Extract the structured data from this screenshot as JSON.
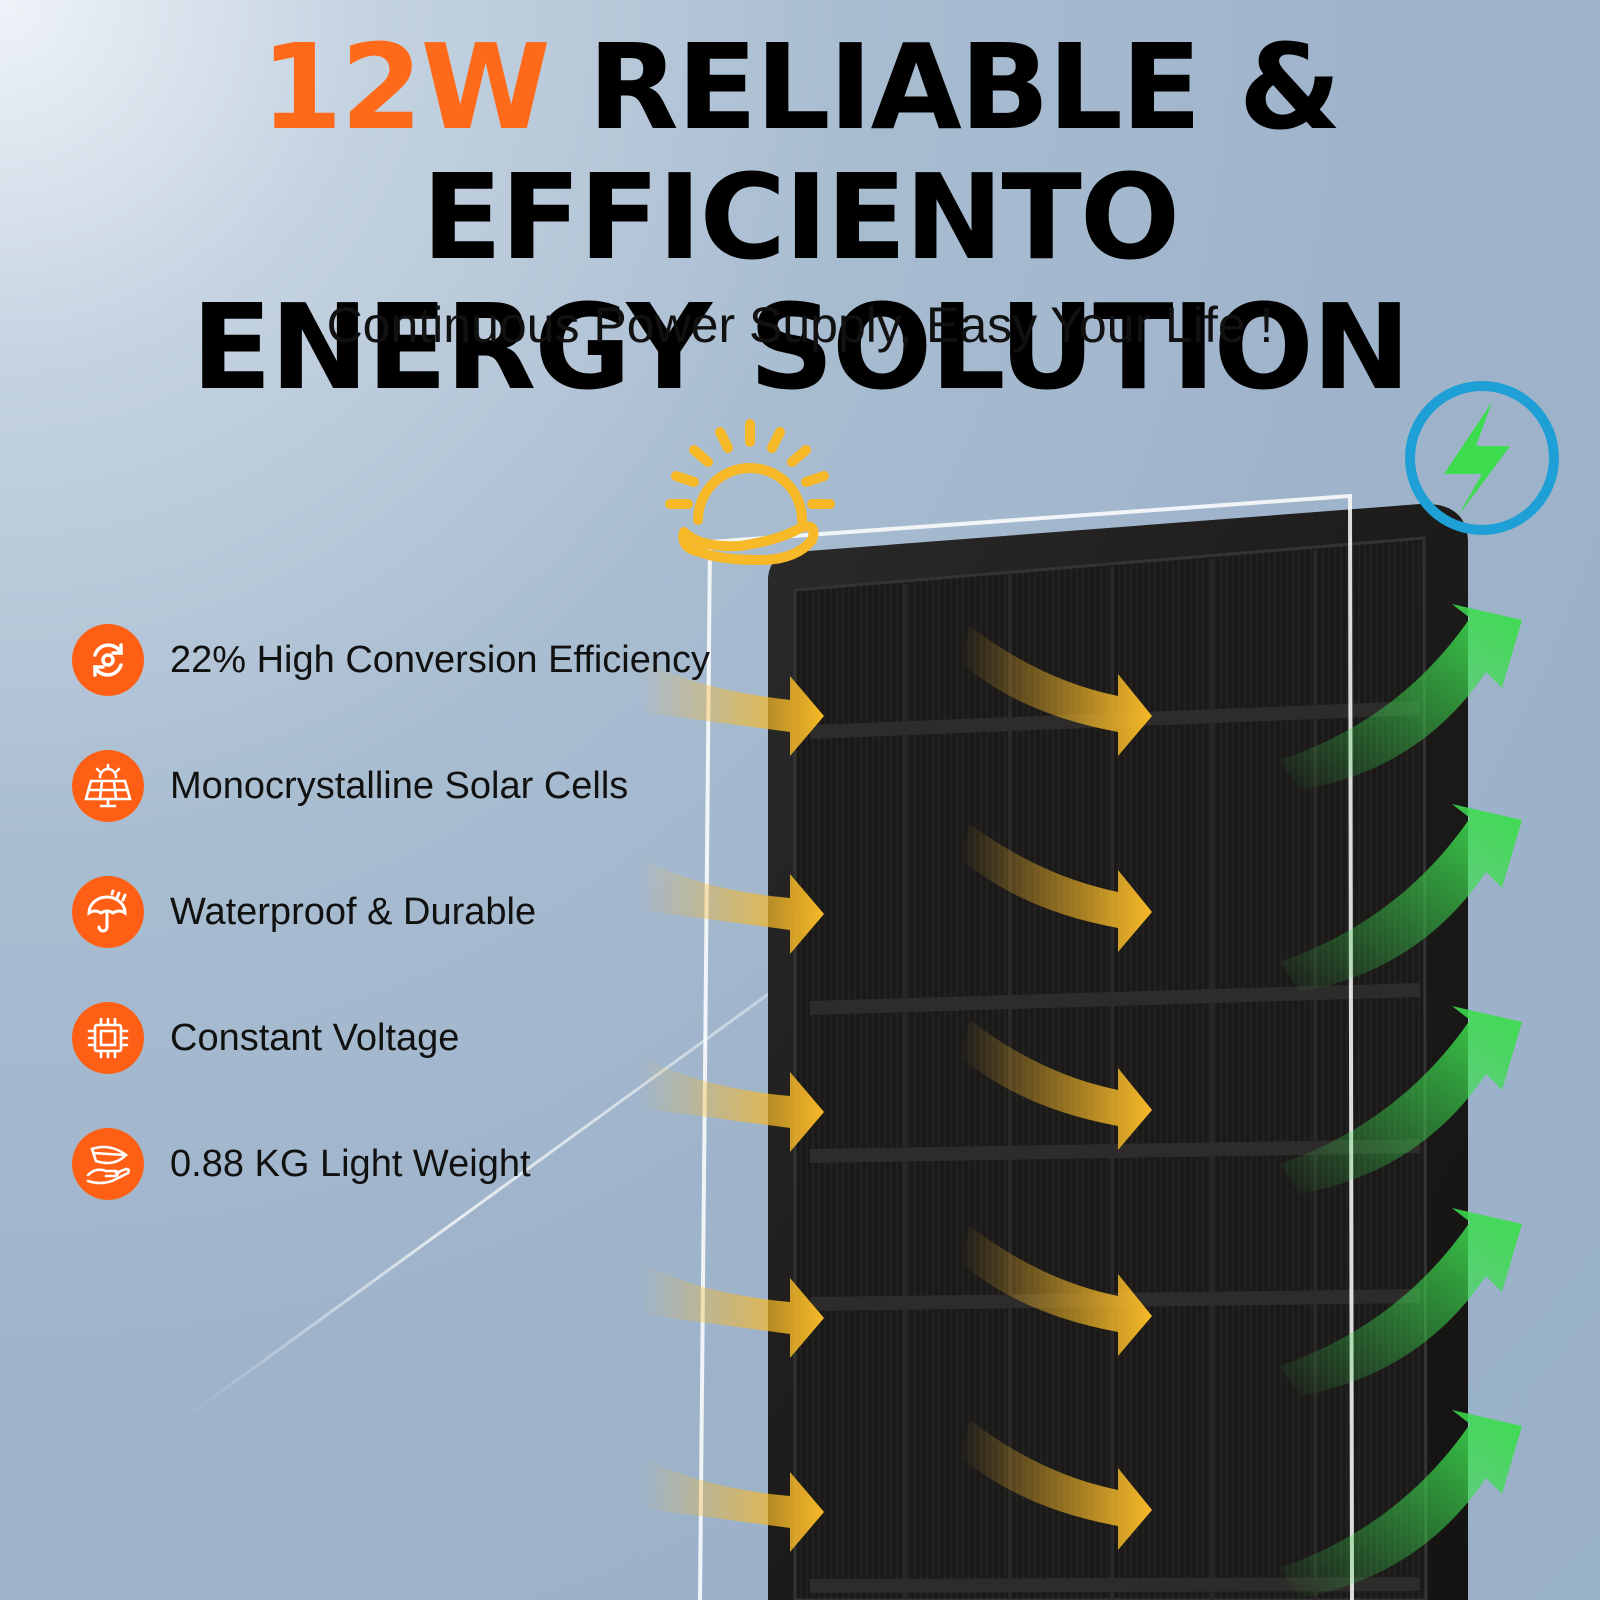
{
  "headline": {
    "accent": "12W",
    "line1": "RELIABLE & EFFICIENTO",
    "line2": "ENERGY SOLUTION"
  },
  "subtitle": "Continuous Power Supply, Easy Your Life !",
  "colors": {
    "accent": "#ff6a1a",
    "icon_bg": "#ff5f14",
    "sun": "#f7b928",
    "energy_arrow": "#3ddc4f",
    "lightning_ring": "#1e9fd6"
  },
  "features": [
    {
      "icon": "conversion-cycle-icon",
      "label": "22% High Conversion Efficiency"
    },
    {
      "icon": "solar-panel-icon",
      "label": "Monocrystalline Solar Cells"
    },
    {
      "icon": "umbrella-rain-icon",
      "label": "Waterproof & Durable"
    },
    {
      "icon": "chip-icon",
      "label": "Constant Voltage"
    },
    {
      "icon": "feather-hand-icon",
      "label": "0.88 KG Light Weight"
    }
  ],
  "graphics": {
    "sun": "sun-hand-icon",
    "lightning": "lightning-icon",
    "arrows_in": "sunlight-arrow-icon",
    "arrows_out": "energy-arrow-icon"
  }
}
